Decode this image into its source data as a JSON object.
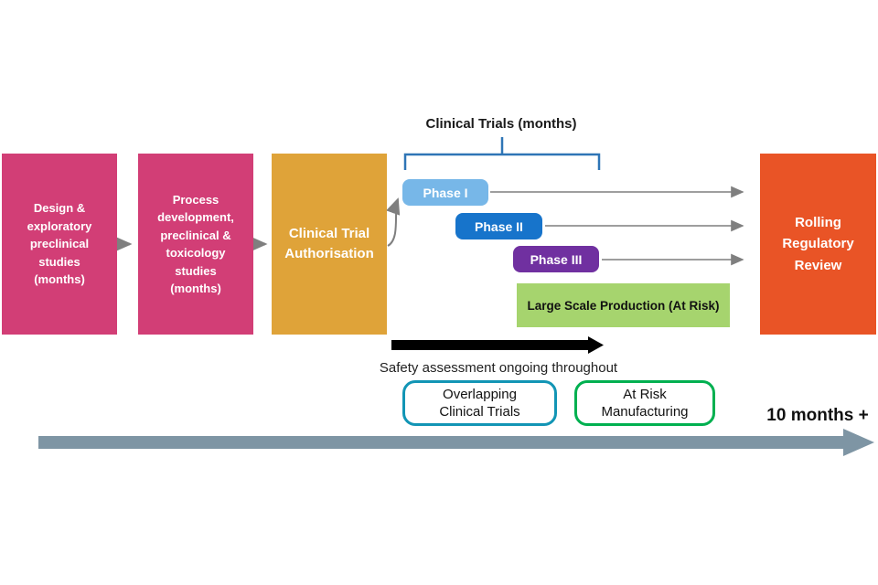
{
  "diagram": {
    "title_note": "Clinical Trials (months)",
    "stages": {
      "design": {
        "label": "Design &\nexploratory\npreclinical\nstudies\n(months)",
        "color": "#D23E76"
      },
      "process": {
        "label": "Process\ndevelopment,\npreclinical &\ntoxicology\nstudies\n(months)",
        "color": "#D23E76"
      },
      "authorisation": {
        "label": "Clinical Trial\nAuthorisation",
        "color": "#DFA339"
      },
      "rolling_review": {
        "label": "Rolling\nRegulatory\nReview",
        "color": "#E95426"
      }
    },
    "phases": [
      {
        "label": "Phase I",
        "color": "#77B7E8"
      },
      {
        "label": "Phase II",
        "color": "#1774CB"
      },
      {
        "label": "Phase III",
        "color": "#7030A0"
      }
    ],
    "large_scale_production": {
      "label": "Large Scale Production (At Risk)",
      "color": "#A6D46E"
    },
    "safety_note": "Safety assessment ongoing throughout",
    "callouts": [
      {
        "label": "Overlapping\nClinical Trials",
        "border_color": "#1295B5"
      },
      {
        "label": "At Risk\nManufacturing",
        "border_color": "#00B050"
      }
    ],
    "timeline_label": "10 months +",
    "colors": {
      "bracket_blue": "#2E75B6",
      "connector_gray": "#7F7F7F",
      "safety_arrow_black": "#000000",
      "timeline_arrow_slate": "#7E95A4"
    }
  }
}
